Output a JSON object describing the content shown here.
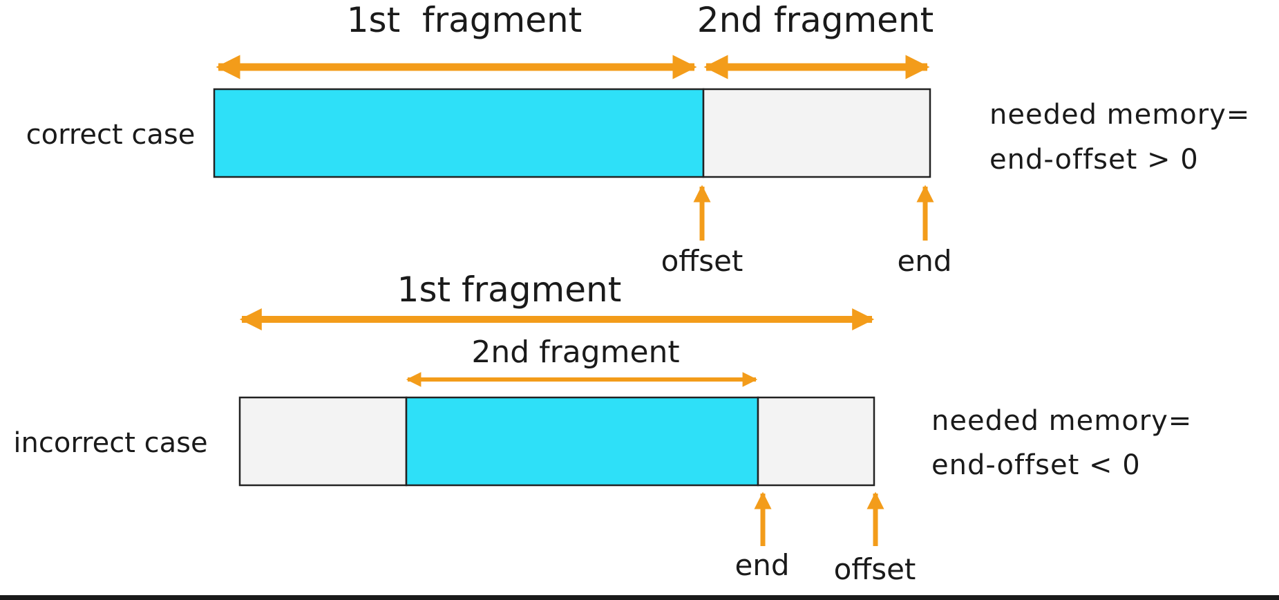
{
  "colors": {
    "accent_arrow": "#f39c1a",
    "filled_segment": "#2ee0f8",
    "empty_segment": "#f3f3f3",
    "outline": "#222222",
    "bottom_bar": "#1a1a1a"
  },
  "correct_case": {
    "label": "correct case",
    "fragment1_label": "1st  fragment",
    "fragment2_label": "2nd fragment",
    "pointer_offset": "offset",
    "pointer_end": "end",
    "memory_line1": "needed memory=",
    "memory_line2": "end-offset > 0"
  },
  "incorrect_case": {
    "label": "incorrect case",
    "fragment1_label": "1st fragment",
    "fragment2_label": "2nd fragment",
    "pointer_end": "end",
    "pointer_offset": "offset",
    "memory_line1": "needed memory=",
    "memory_line2": "end-offset < 0"
  }
}
